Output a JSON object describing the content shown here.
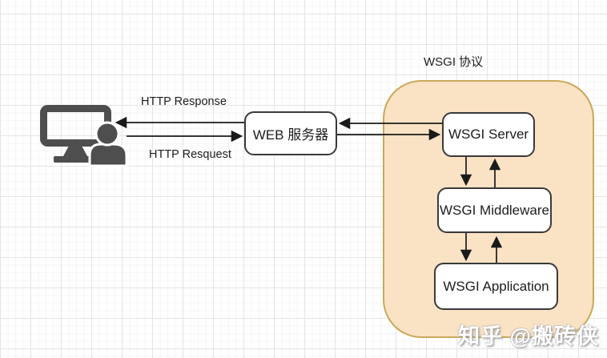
{
  "diagram": {
    "container_title": "WSGI 协议",
    "nodes": {
      "web_server": "WEB 服务器",
      "wsgi_server": "WSGI Server",
      "wsgi_middleware": "WSGI Middleware",
      "wsgi_application": "WSGI Application"
    },
    "edge_labels": {
      "http_response": "HTTP Response",
      "http_request": "HTTP Resquest"
    },
    "client_icon": "user-at-computer-icon",
    "watermark": "知乎 @搬砖侠"
  },
  "colors": {
    "container-fill": "#fae2c4",
    "container-border": "#c9a95c",
    "node-fill": "#ffffff",
    "node-border": "#3a3a3a",
    "line-color": "#1a1a1a",
    "icon-color": "#4e4e4e",
    "text-color": "#1d1d1d",
    "watermark-color": "#ffffff"
  }
}
